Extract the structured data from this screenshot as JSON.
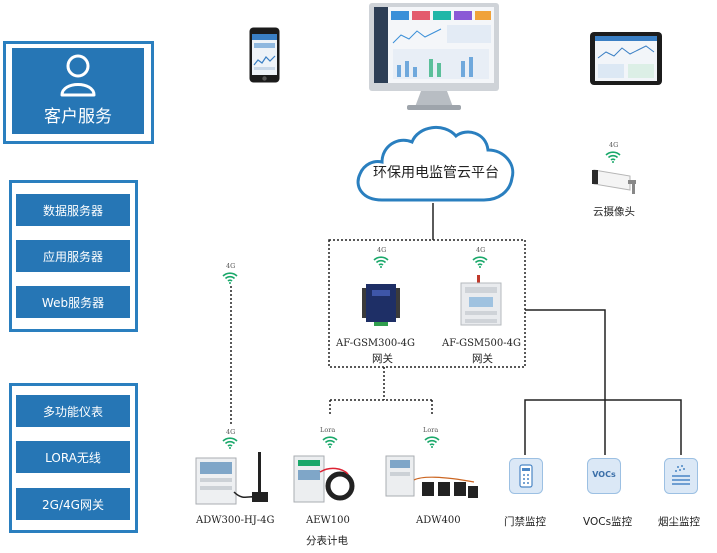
{
  "customer_service": {
    "label": "客户服务",
    "icon": "user-icon"
  },
  "servers": [
    {
      "label": "数据服务器"
    },
    {
      "label": "应用服务器"
    },
    {
      "label": "Web服务器"
    }
  ],
  "devices_panel": [
    {
      "label": "多功能仪表"
    },
    {
      "label": "LORA无线"
    },
    {
      "label": "2G/4G网关"
    }
  ],
  "cloud": {
    "label": "环保用电监管云平台"
  },
  "camera": {
    "label": "云摄像头",
    "signal": "4G"
  },
  "gateways": [
    {
      "name": "AF-GSM300-4G",
      "sub": "网关",
      "signal": "4G"
    },
    {
      "name": "AF-GSM500-4G",
      "sub": "网关",
      "signal": "4G"
    }
  ],
  "field_devices": [
    {
      "name": "ADW300-HJ-4G",
      "signal": "4G"
    },
    {
      "name": "AEW100",
      "sub": "分表计电",
      "signal": "Lora"
    },
    {
      "name": "ADW400",
      "signal": "Lora"
    }
  ],
  "monitors": [
    {
      "label": "门禁监控",
      "icon": "door-access-icon"
    },
    {
      "label": "VOCs监控",
      "icon": "vocs-icon",
      "badge": "VOCs"
    },
    {
      "label": "烟尘监控",
      "icon": "dust-icon"
    }
  ],
  "top_signal_left": "4G",
  "colors": {
    "primary_blue": "#2676b5",
    "frame_blue": "#2a7fbf",
    "wifi_green": "#1aa86a"
  }
}
